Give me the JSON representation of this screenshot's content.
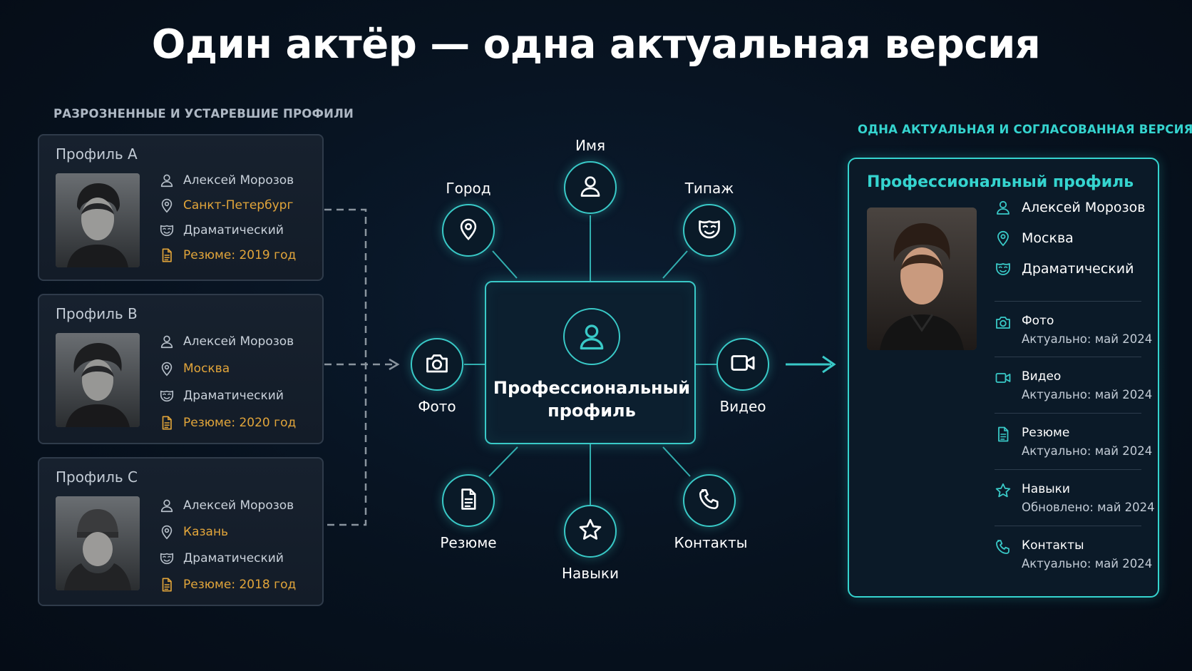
{
  "title": "Один актёр — одна актуальная версия",
  "left_section_label": "РАЗРОЗНЕННЫЕ И УСТАРЕВШИЕ ПРОФИЛИ",
  "right_section_label": "ОДНА АКТУАЛЬНАЯ И СОГЛАСОВАННАЯ ВЕРСИЯ",
  "profiles": [
    {
      "title": "Профиль А",
      "name": "Алексей Морозов",
      "city": "Санкт-Петербург",
      "type": "Драматический",
      "resume": "Резюме: 2019 год"
    },
    {
      "title": "Профиль В",
      "name": "Алексей Морозов",
      "city": "Москва",
      "type": "Драматический",
      "resume": "Резюме: 2020 год"
    },
    {
      "title": "Профиль С",
      "name": "Алексей Морозов",
      "city": "Казань",
      "type": "Драматический",
      "resume": "Резюме: 2018 год"
    }
  ],
  "hub": {
    "title": "Профессиональный профиль",
    "nodes": {
      "name": "Имя",
      "city": "Город",
      "type": "Типаж",
      "photo": "Фото",
      "video": "Видео",
      "resume": "Резюме",
      "skills": "Навыки",
      "contacts": "Контакты"
    }
  },
  "result": {
    "title": "Профессиональный профиль",
    "name": "Алексей Морозов",
    "city": "Москва",
    "type": "Драматический",
    "items": [
      {
        "label": "Фото",
        "status": "Актуально: май 2024",
        "icon": "camera-icon"
      },
      {
        "label": "Видео",
        "status": "Актуально: май 2024",
        "icon": "video-icon"
      },
      {
        "label": "Резюме",
        "status": "Актуально: май 2024",
        "icon": "document-icon"
      },
      {
        "label": "Навыки",
        "status": "Обновлено: май 2024",
        "icon": "star-icon"
      },
      {
        "label": "Контакты",
        "status": "Актуально: май 2024",
        "icon": "phone-icon"
      }
    ]
  },
  "colors": {
    "accent": "#39c9c7",
    "highlight": "#e2a53a",
    "background": "#07121f"
  }
}
